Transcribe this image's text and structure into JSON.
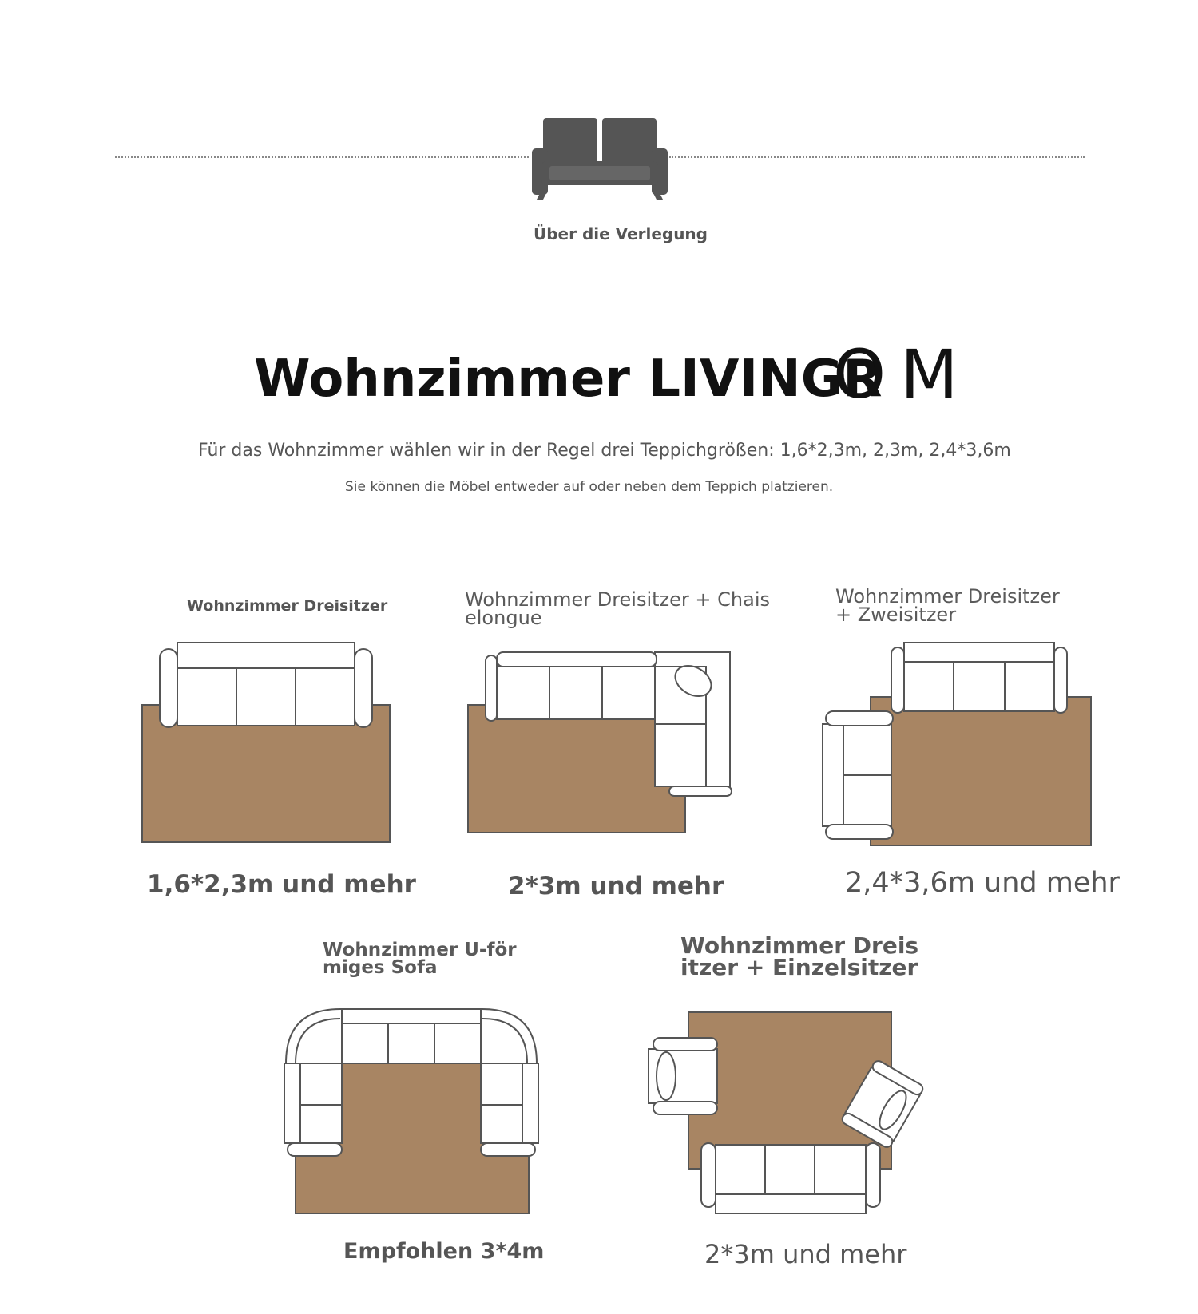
{
  "header": {
    "icon": "sofa-icon",
    "subtitle": "Über die Verlegung"
  },
  "title": {
    "main": "Wohnzimmer LIVINGR",
    "tail": "OM"
  },
  "intro": {
    "line1": "Für das Wohnzimmer wählen wir in der Regel drei Teppichgrößen: 1,6*2,3m, 2,3m, 2,4*3,6m",
    "line2": "Sie können die Möbel entweder auf oder neben dem Teppich platzieren."
  },
  "layouts": [
    {
      "label": "Wohnzimmer Dreisitzer",
      "size": "1,6*2,3m und mehr"
    },
    {
      "label_line1": "Wohnzimmer Dreisitzer + Chais",
      "label_line2": "elongue",
      "size": "2*3m und mehr"
    },
    {
      "label_line1": "Wohnzimmer Dreisitzer",
      "label_line2": "+ Zweisitzer",
      "size": "2,4*3,6m und mehr"
    },
    {
      "label_line1": "Wohnzimmer U-för",
      "label_line2": "miges Sofa",
      "size": "Empfohlen 3*4m"
    },
    {
      "label_line1": "Wohnzimmer Dreis",
      "label_line2": "itzer + Einzelsitzer",
      "size": "2*3m und mehr"
    }
  ],
  "colors": {
    "rug": "#a88563",
    "outline": "#555555",
    "icon": "#555555",
    "title": "#111111"
  }
}
